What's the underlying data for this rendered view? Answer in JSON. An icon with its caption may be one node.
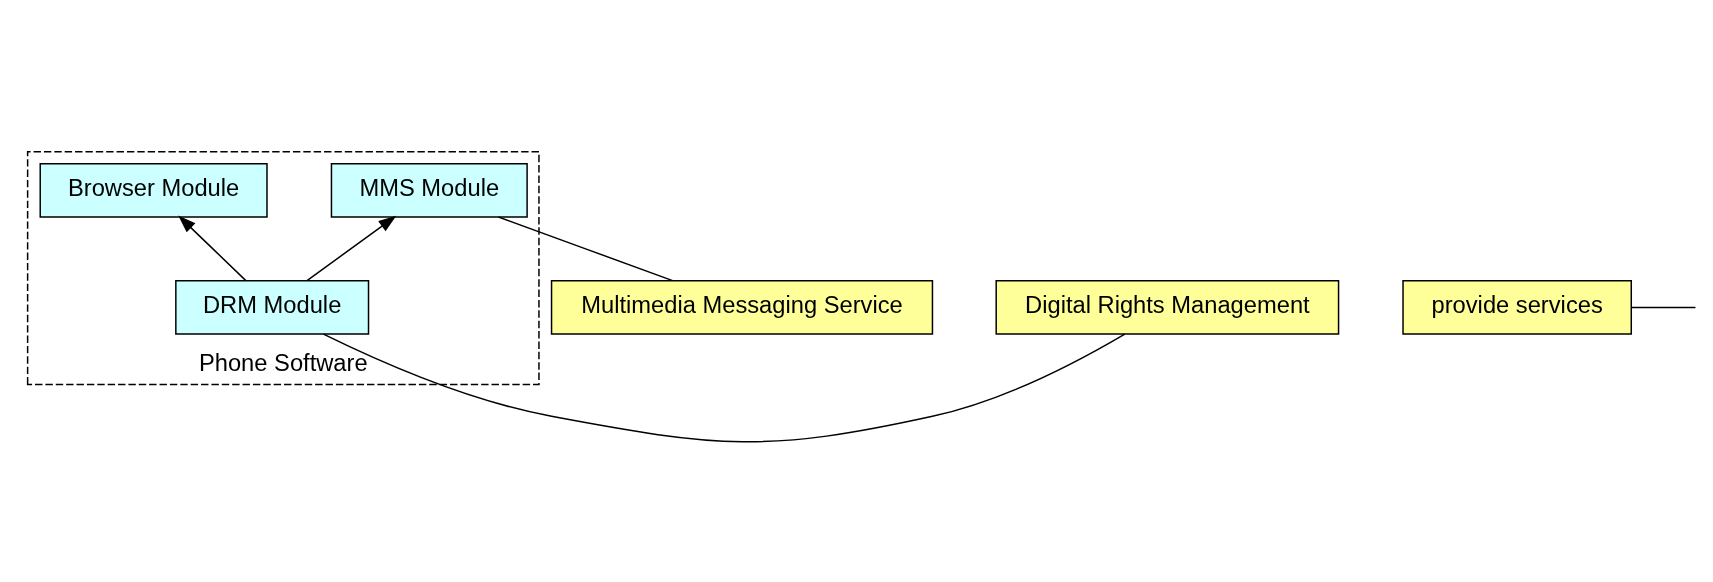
{
  "diagram": {
    "nodes": [
      {
        "text": [
          "Phone Software"
        ]
      },
      {
        "text": [
          "Browser Module"
        ],
        "in": 0
      },
      {
        "text": [
          "MMS Module"
        ],
        "in": 0
      },
      {
        "text": [
          "DRM Module"
        ],
        "in": 0
      },
      {
        "text": [
          "Multimedia Messaging Service"
        ]
      },
      {
        "text": [
          "Digital Rights Management"
        ]
      },
      {
        "text": [
          "provide services"
        ]
      }
    ],
    "edges": [
      {
        "from": 3,
        "to": 1,
        "arrow": "to"
      },
      {
        "from": 3,
        "to": 2,
        "arrow": "to"
      },
      {
        "from": 4,
        "to": 2,
        "arrow": "none"
      },
      {
        "from": 5,
        "to": 3,
        "arrow": "none"
      },
      {
        "from": 6,
        "to": null,
        "arrow": "none"
      }
    ]
  }
}
